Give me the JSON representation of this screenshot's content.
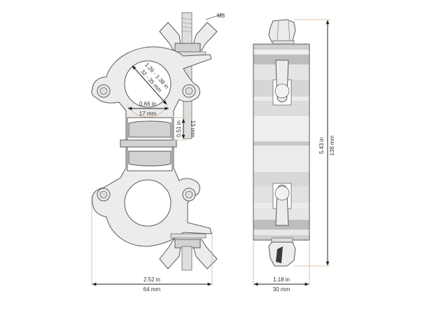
{
  "drawing": {
    "title": "Twin swivel half coupler clamp — dimensional drawing",
    "views": [
      "front",
      "side"
    ],
    "colors": {
      "part_fill": "#ececec",
      "part_shadow": "#d2d2d2",
      "outline": "#5a5a5a",
      "dimension_line": "#222222",
      "extension_line": "#d9b08c",
      "text": "#333333"
    }
  },
  "labels": {
    "bolt": "M8",
    "tube_diameter_in": "1.26 - 1.38 in",
    "tube_diameter_mm": "32 - 35 mm",
    "neck_width_in": "0.66 in",
    "neck_width_mm": "17 mm",
    "gap_height_in": "0.51 in",
    "gap_height_mm": "13 mm",
    "total_height_in": "5.43 in",
    "total_height_mm": "138 mm",
    "total_width_in": "2.52 in",
    "total_width_mm": "64 mm",
    "depth_in": "1.18 in",
    "depth_mm": "30 mm"
  }
}
